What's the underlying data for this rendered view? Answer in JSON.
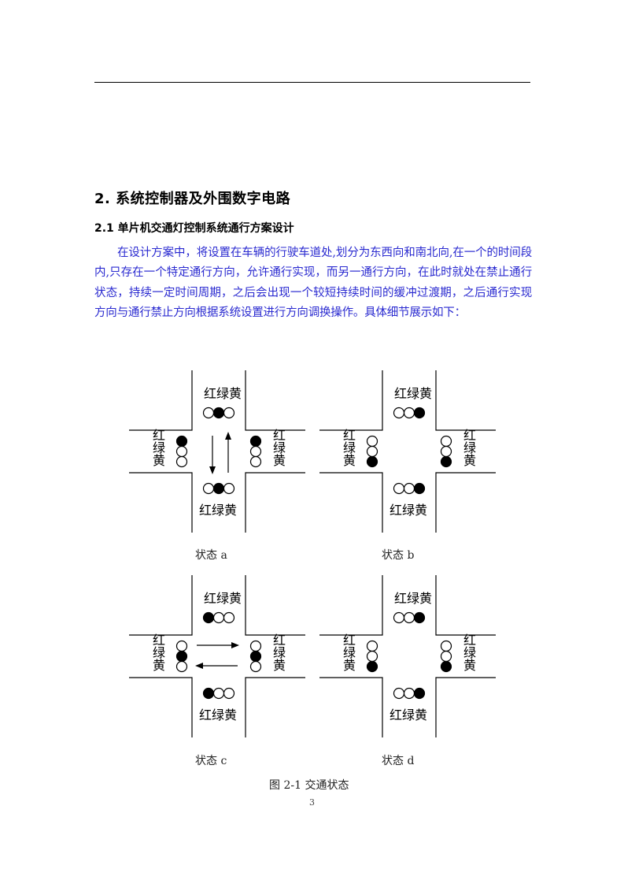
{
  "heading": "2. 系统控制器及外围数字电路",
  "subheading": "2.1 单片机交通灯控制系统通行方案设计",
  "paragraph": "在设计方案中，将设置在车辆的行驶车道处,划分为东西向和南北向,在一个的时间段内,只存在一个特定通行方向，允许通行实现，而另一通行方向，在此时就处在禁止通行状态，持续一定时间周期，之后会出现一个较短持续时间的缓冲过渡期，之后通行实现方向与通行禁止方向根据系统设置进行方向调换操作。具体细节展示如下：",
  "light_label_horizontal": "红绿黄",
  "light_chars": [
    "红",
    "绿",
    "黄"
  ],
  "states": [
    {
      "caption": "状态 a",
      "lit": {
        "north": "green",
        "south": "green",
        "west": "red",
        "east": "red"
      },
      "arrows": "vertical"
    },
    {
      "caption": "状态 b",
      "lit": {
        "north": "yellow",
        "south": "yellow",
        "west": "yellow",
        "east": "yellow"
      },
      "arrows": "none"
    },
    {
      "caption": "状态 c",
      "lit": {
        "north": "red",
        "south": "red",
        "west": "green",
        "east": "green"
      },
      "arrows": "horizontal"
    },
    {
      "caption": "状态 d",
      "lit": {
        "north": "yellow",
        "south": "yellow",
        "west": "yellow",
        "east": "yellow"
      },
      "arrows": "none"
    }
  ],
  "figure_caption": "图 2-1 交通状态",
  "page_number": "3"
}
